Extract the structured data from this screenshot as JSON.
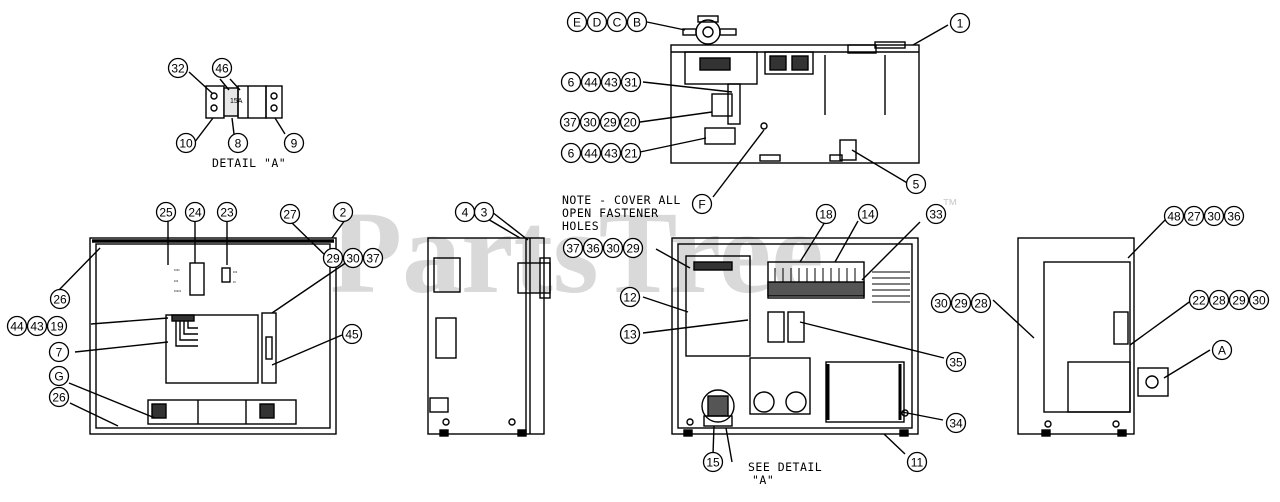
{
  "watermark": {
    "text": "PartsTree",
    "mark": "™"
  },
  "detail_a": {
    "label": "DETAIL \"A\"",
    "device_text": "15A"
  },
  "note": {
    "line1": "NOTE - COVER ALL",
    "line2": "OPEN FASTENER",
    "line3": "HOLES"
  },
  "see_detail": {
    "line1": "SEE DETAIL",
    "line2": "\"A\""
  },
  "callouts": {
    "c32": "32",
    "c46": "46",
    "c10": "10",
    "c8": "8",
    "c9": "9",
    "cE": "E",
    "cD": "D",
    "cC": "C",
    "cB": "B",
    "c1": "1",
    "c6a": "6",
    "c44a": "44",
    "c43a": "43",
    "c31": "31",
    "c37a": "37",
    "c30a": "30",
    "c29a": "29",
    "c20": "20",
    "c6b": "6",
    "c44b": "44",
    "c43b": "43",
    "c21": "21",
    "cF": "F",
    "c5": "5",
    "c25": "25",
    "c24": "24",
    "c23": "23",
    "c27": "27",
    "c2": "2",
    "c26a": "26",
    "c29b": "29",
    "c30b": "30",
    "c37b": "37",
    "c44c": "44",
    "c43c": "43",
    "c19": "19",
    "c7": "7",
    "c45": "45",
    "cG": "G",
    "c26b": "26",
    "c4": "4",
    "c3": "3",
    "c18": "18",
    "c14": "14",
    "c33": "33",
    "c37c": "37",
    "c36a": "36",
    "c30c": "30",
    "c29c": "29",
    "c12": "12",
    "c13": "13",
    "c35": "35",
    "c34": "34",
    "c11": "11",
    "c15": "15",
    "c48": "48",
    "c27b": "27",
    "c30d": "30",
    "c36b": "36",
    "c30e": "30",
    "c29d": "29",
    "c28a": "28",
    "c22": "22",
    "c28b": "28",
    "c29e": "29",
    "c30f": "30",
    "cA": "A"
  }
}
